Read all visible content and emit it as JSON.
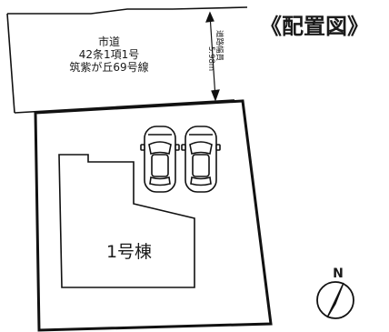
{
  "title": "《配置図》",
  "road": {
    "line1": "市道",
    "line2": "42条1項1号",
    "line3": "筑紫が丘69号線",
    "width_label": "道路幅員",
    "width_value": "5.98m"
  },
  "building": {
    "label": "1号棟"
  },
  "compass": {
    "label": "N"
  },
  "parking": {
    "car_count": 2
  }
}
